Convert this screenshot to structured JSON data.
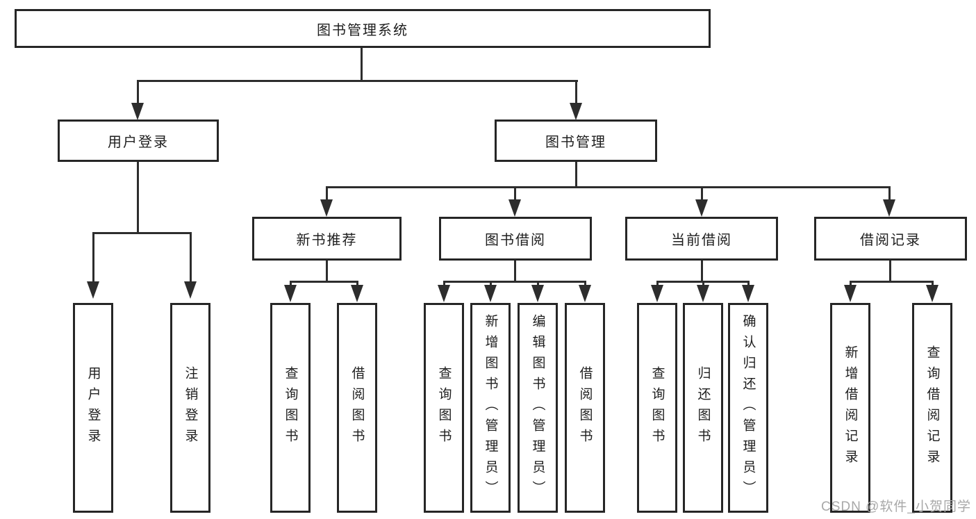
{
  "tree": {
    "root": "图书管理系统",
    "login": {
      "label": "用户登录",
      "children": [
        "用户登录",
        "注销登录"
      ]
    },
    "mgmt": {
      "label": "图书管理"
    },
    "groups": [
      {
        "label": "新书推荐",
        "children": [
          "查询图书",
          "借阅图书"
        ]
      },
      {
        "label": "图书借阅",
        "children": [
          "查询图书",
          "新增图书（管理员）",
          "编辑图书（管理员）",
          "借阅图书"
        ]
      },
      {
        "label": "当前借阅",
        "children": [
          "查询图书",
          "归还图书",
          "确认归还（管理员）"
        ]
      },
      {
        "label": "借阅记录",
        "children": [
          "新增借阅记录",
          "查询借阅记录"
        ]
      }
    ]
  },
  "watermark": {
    "text": "CSDN @软件_小贺同学"
  },
  "colors": {
    "line": "#2d2d2d",
    "box_border": "#262626",
    "text": "#1e1e1e",
    "watermark": "#a8a8a8",
    "background": "#ffffff"
  }
}
